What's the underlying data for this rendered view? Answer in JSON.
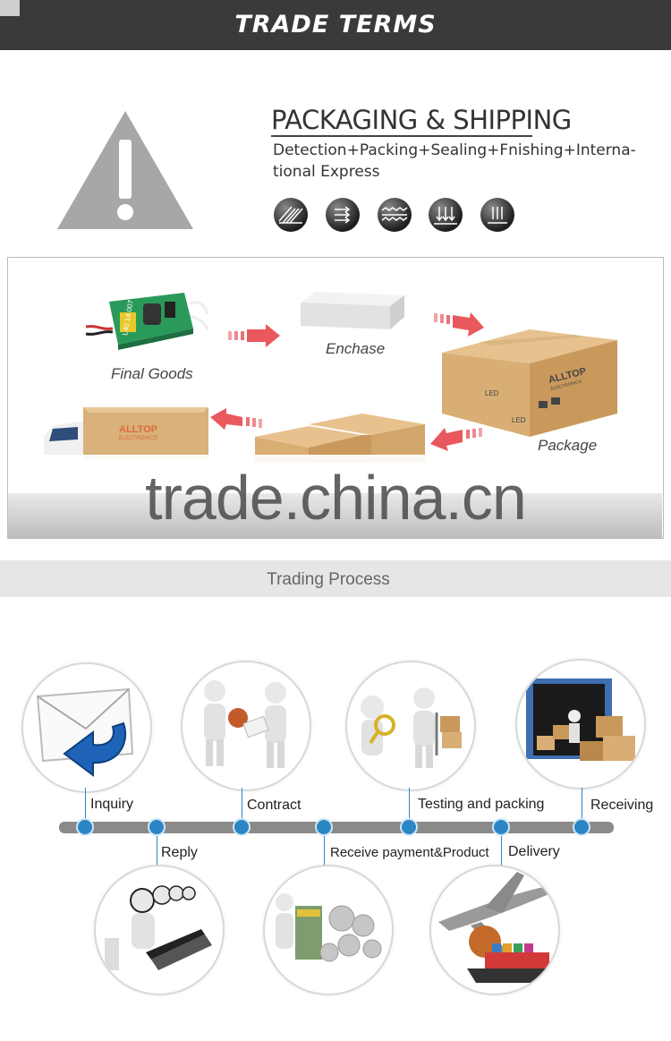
{
  "header": {
    "title": "TRADE TERMS"
  },
  "packaging": {
    "title": "PACKAGING & SHIPPING",
    "desc_line1": "Detection+Packing+Sealing+Fnishing+Interna-",
    "desc_line2": "tional Express",
    "icons": [
      "hatch-icon",
      "flow-icon",
      "wave-icon",
      "down-arrows-icon",
      "stack-icon"
    ]
  },
  "process_steps": {
    "final_goods": "Final Goods",
    "enchase": "Enchase",
    "package": "Package",
    "box_brand": "ALLTOP",
    "box_sub": "ELECTRONICS",
    "box_led": "LED",
    "module_code": "L40.14.007"
  },
  "watermark": "trade.china.cn",
  "trading": {
    "title": "Trading Process",
    "steps": {
      "inquiry": "Inquiry",
      "reply": "Reply",
      "contract": "Contract",
      "receive": "Receive payment&Product",
      "testing": "Testing and packing",
      "delivery": "Delivery",
      "receiving": "Receiving"
    }
  },
  "colors": {
    "header_bg": "#3a3a3a",
    "accent_blue": "#2b86c5",
    "arrow_pink": "#e8585c",
    "box_kraft": "#d8b07a"
  }
}
